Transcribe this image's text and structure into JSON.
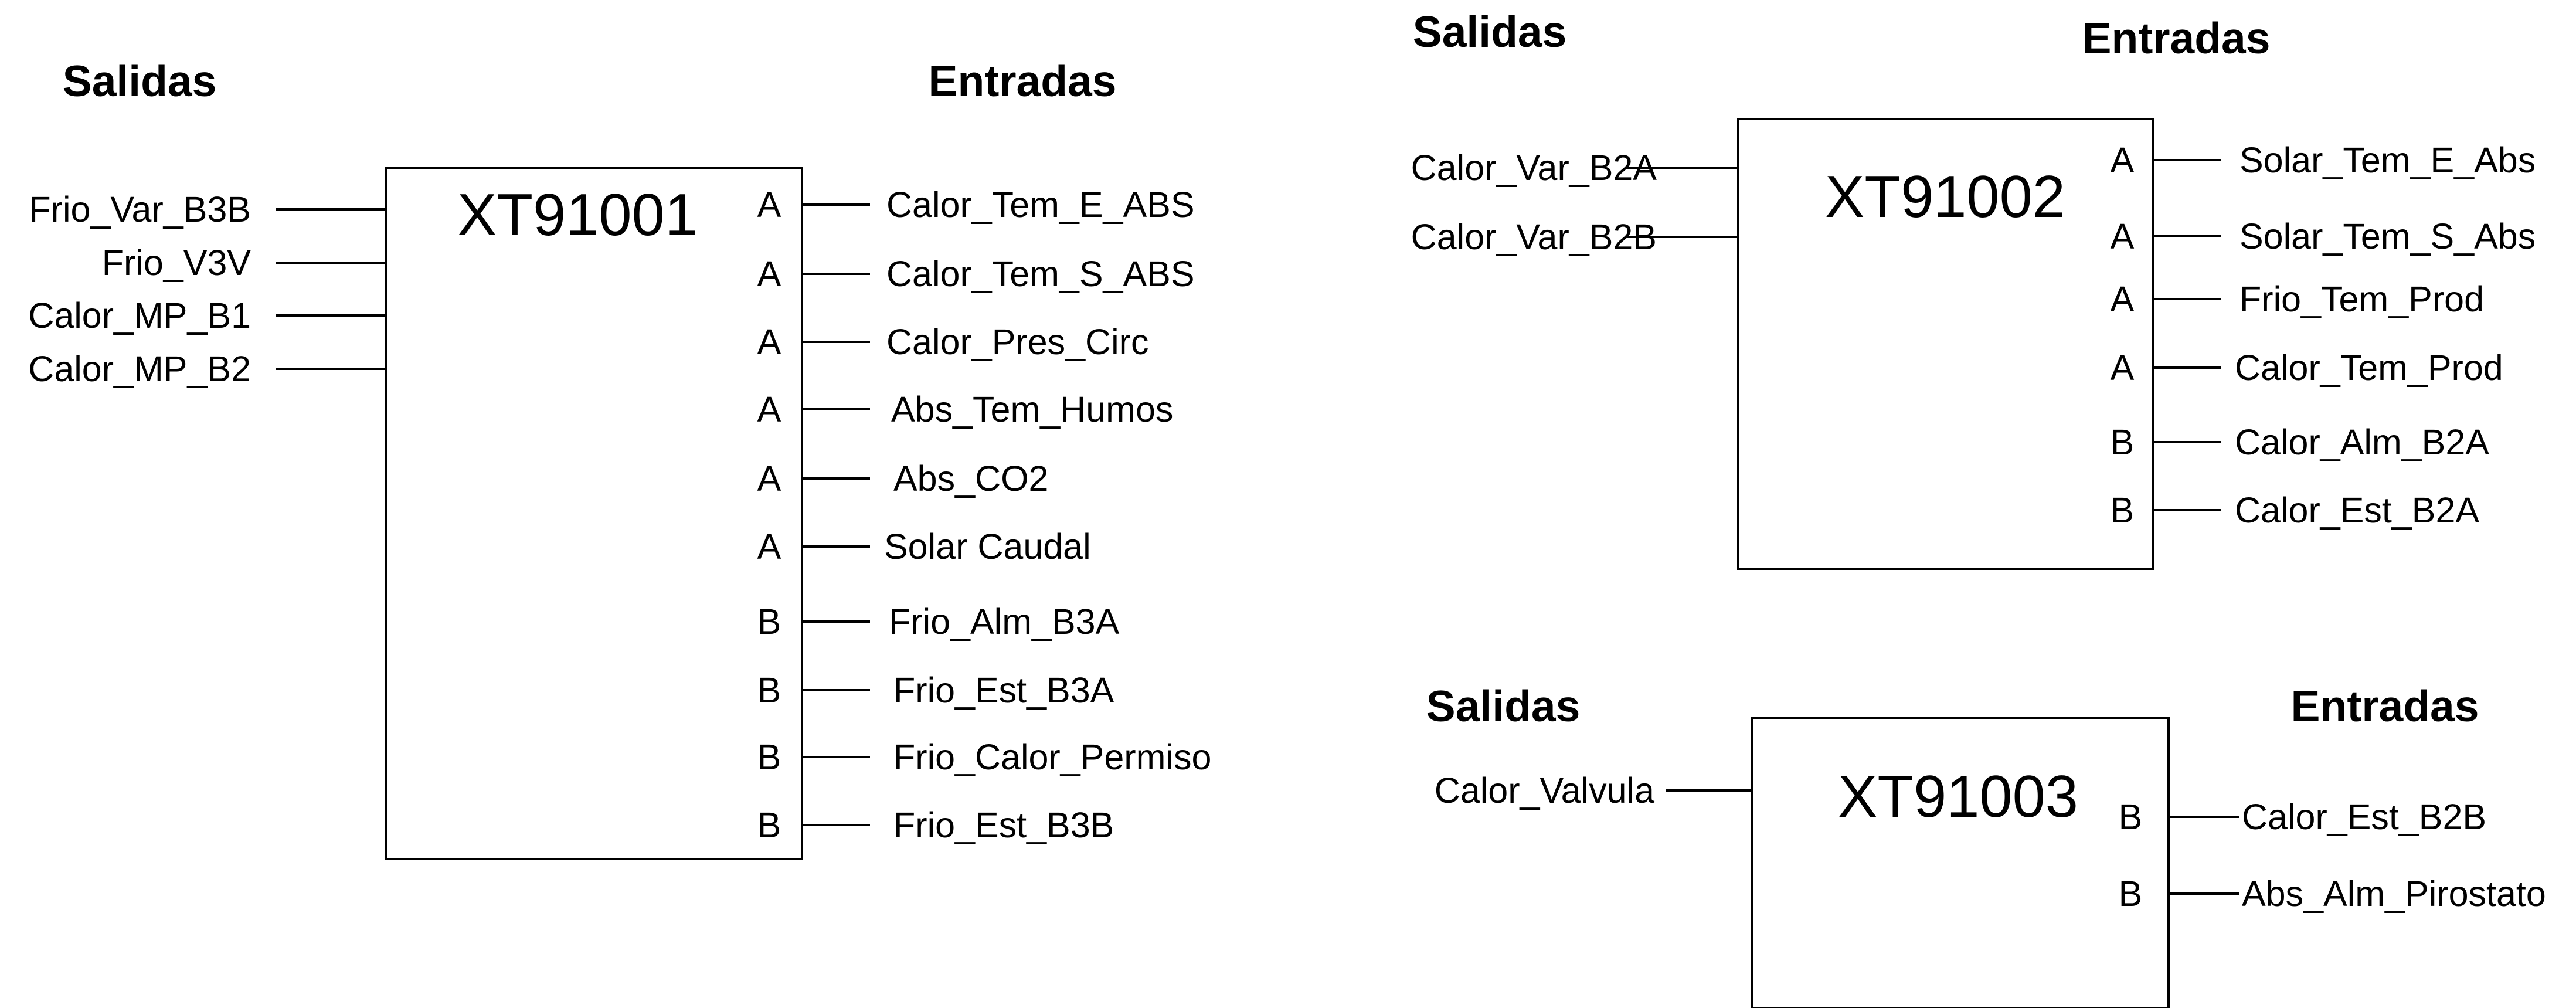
{
  "colors": {
    "ink": "#000000",
    "background": "#ffffff"
  },
  "diagram": {
    "blocks": [
      {
        "id": "XT91001",
        "outputs_header": "Salidas",
        "inputs_header": "Entradas",
        "outputs": [
          "Frio_Var_B3B",
          "Frio_V3V",
          "Calor_MP_B1",
          "Calor_MP_B2"
        ],
        "inputs": [
          {
            "port": "A",
            "signal": "Calor_Tem_E_ABS"
          },
          {
            "port": "A",
            "signal": "Calor_Tem_S_ABS"
          },
          {
            "port": "A",
            "signal": "Calor_Pres_Circ"
          },
          {
            "port": "A",
            "signal": "Abs_Tem_Humos"
          },
          {
            "port": "A",
            "signal": "Abs_CO2"
          },
          {
            "port": "A",
            "signal": "Solar Caudal"
          },
          {
            "port": "B",
            "signal": "Frio_Alm_B3A"
          },
          {
            "port": "B",
            "signal": "Frio_Est_B3A"
          },
          {
            "port": "B",
            "signal": "Frio_Calor_Permiso"
          },
          {
            "port": "B",
            "signal": "Frio_Est_B3B"
          }
        ]
      },
      {
        "id": "XT91002",
        "outputs_header": "Salidas",
        "inputs_header": "Entradas",
        "outputs": [
          "Calor_Var_B2A",
          "Calor_Var_B2B"
        ],
        "inputs": [
          {
            "port": "A",
            "signal": "Solar_Tem_E_Abs"
          },
          {
            "port": "A",
            "signal": "Solar_Tem_S_Abs"
          },
          {
            "port": "A",
            "signal": "Frio_Tem_Prod"
          },
          {
            "port": "A",
            "signal": "Calor_Tem_Prod"
          },
          {
            "port": "B",
            "signal": "Calor_Alm_B2A"
          },
          {
            "port": "B",
            "signal": "Calor_Est_B2A"
          }
        ]
      },
      {
        "id": "XT91003",
        "outputs_header": "Salidas",
        "inputs_header": "Entradas",
        "outputs": [
          "Calor_Valvula"
        ],
        "inputs": [
          {
            "port": "B",
            "signal": "Calor_Est_B2B"
          },
          {
            "port": "B",
            "signal": "Abs_Alm_Pirostato"
          }
        ]
      }
    ]
  }
}
